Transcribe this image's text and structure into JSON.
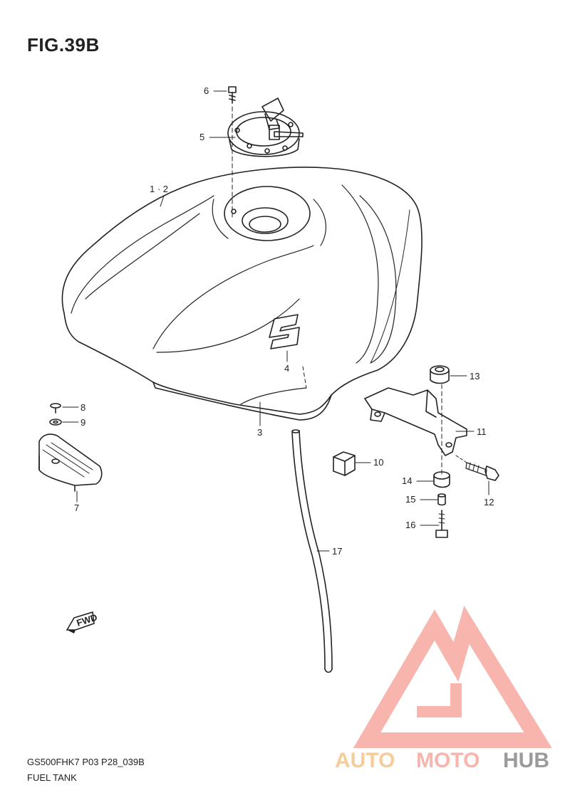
{
  "figure": {
    "title": "FIG.39B",
    "code": "GS500FHK7 P03 P28_039B",
    "name": "FUEL TANK"
  },
  "callouts": [
    {
      "id": "c6",
      "label": "6"
    },
    {
      "id": "c5",
      "label": "5"
    },
    {
      "id": "c12a",
      "label": "1 · 2"
    },
    {
      "id": "c4",
      "label": "4"
    },
    {
      "id": "c3",
      "label": "3"
    },
    {
      "id": "c8",
      "label": "8"
    },
    {
      "id": "c9",
      "label": "9"
    },
    {
      "id": "c7",
      "label": "7"
    },
    {
      "id": "c13",
      "label": "13"
    },
    {
      "id": "c11",
      "label": "11"
    },
    {
      "id": "c10",
      "label": "10"
    },
    {
      "id": "c14",
      "label": "14"
    },
    {
      "id": "c12",
      "label": "12"
    },
    {
      "id": "c15",
      "label": "15"
    },
    {
      "id": "c16",
      "label": "16"
    },
    {
      "id": "c17",
      "label": "17"
    }
  ],
  "fwd_label": "FWD",
  "watermark": {
    "text_auto": "AUTO",
    "text_moto": "MOTO",
    "text_hub": "HUB",
    "color_a": "#f7a9a0",
    "color_b": "#f5c48a",
    "color_hub": "#8a8a8a"
  }
}
